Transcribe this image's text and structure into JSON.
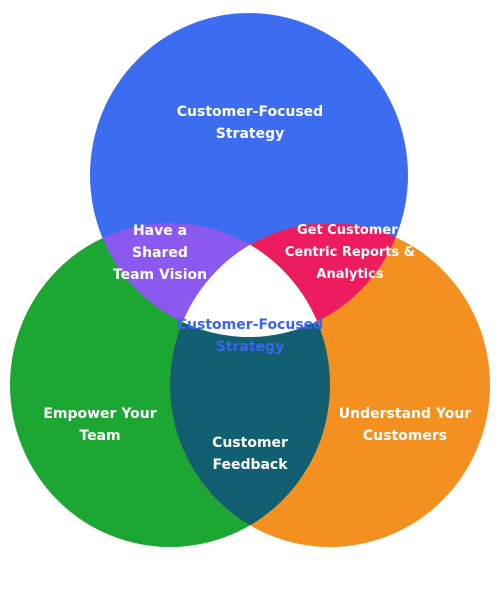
{
  "colors": {
    "top": "#3c6df0",
    "left": "#1ca632",
    "right": "#f39020",
    "overlap_top_left": "#8b58f0",
    "overlap_top_right": "#ec1c5e",
    "overlap_left_right": "#125f72",
    "center": "#ffffff",
    "center_text": "#3b63f0"
  },
  "circles": {
    "top": {
      "line1": "Customer-Focused",
      "line2": "Strategy"
    },
    "left": {
      "line1": "Empower Your",
      "line2": "Team"
    },
    "right": {
      "line1": "Understand Your",
      "line2": "Customers"
    }
  },
  "overlaps": {
    "top_left": {
      "line1": "Have a",
      "line2": "Shared",
      "line3": "Team Vision"
    },
    "top_right": {
      "line1": "Get Customer-",
      "line2": "Centric Reports &",
      "line3": "Analytics"
    },
    "left_right": {
      "line1": "Customer",
      "line2": "Feedback"
    }
  },
  "center": {
    "line1": "Customer-Focused",
    "line2": "Strategy"
  }
}
